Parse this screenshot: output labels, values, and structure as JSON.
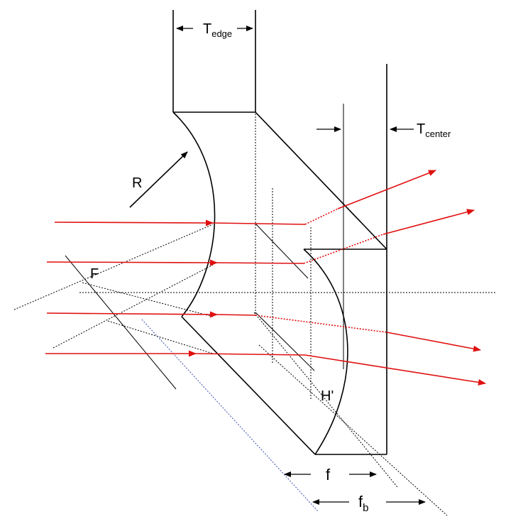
{
  "labels": {
    "t_edge_main": "T",
    "t_edge_sub": "edge",
    "t_center_main": "T",
    "t_center_sub": "center",
    "radius": "R",
    "focal_point": "F",
    "principal_point": "H'",
    "focal_length": "f",
    "back_focal_main": "f",
    "back_focal_sub": "b"
  },
  "colors": {
    "line": "#000000",
    "ray": "#e01010",
    "blue_line": "#3a4fb0",
    "background": "#ffffff"
  }
}
